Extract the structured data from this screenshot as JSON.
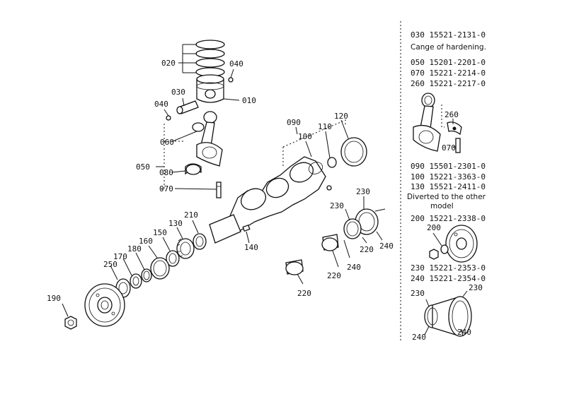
{
  "callouts": {
    "c010": "010",
    "c020": "020",
    "c030": "030",
    "c040a": "040",
    "c040b": "040",
    "c050": "050",
    "c060": "060",
    "c070": "070",
    "c080": "080",
    "c090": "090",
    "c100": "100",
    "c110": "110",
    "c120": "120",
    "c130": "130",
    "c140": "140",
    "c150": "150",
    "c160": "160",
    "c170": "170",
    "c180": "180",
    "c190": "190",
    "c210": "210",
    "c220a": "220",
    "c220b": "220",
    "c220c": "220",
    "c230a": "230",
    "c230b": "230",
    "c240a": "240",
    "c240b": "240",
    "c250": "250"
  },
  "notes": {
    "n1": "030   15521-2131-0",
    "n2": "Cange of hardening.",
    "n3": "050   15201-2201-0",
    "n4": "070   15221-2214-0",
    "n5": "260   15221-2217-0",
    "n6": "090   15501-2301-0",
    "n7": "100   15221-3363-0",
    "n8": "130   15521-2411-0",
    "n9": "Diverted to the other",
    "n10": "model",
    "n11": "200   15221-2338-0",
    "n12": "230   15221-2353-0",
    "n13": "240   15221-2354-0"
  },
  "inset_callouts": {
    "i260": "260",
    "i070": "070",
    "i200": "200",
    "i230a": "230",
    "i230b": "230",
    "i240a": "240",
    "i240b": "240"
  }
}
